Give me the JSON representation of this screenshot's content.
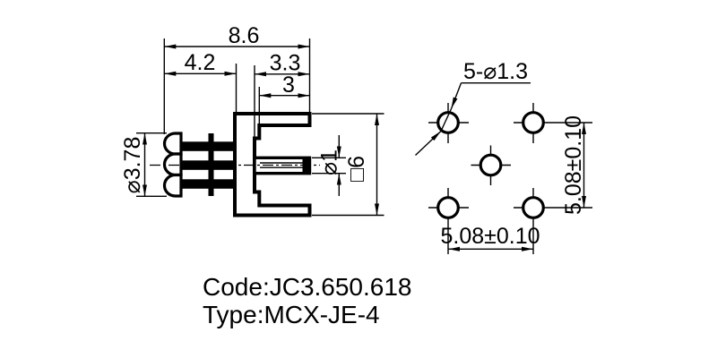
{
  "drawing": {
    "side_view": {
      "dim_overall_width": "8.6",
      "dim_left_section": "4.2",
      "dim_right_section": "3.3",
      "dim_inner_depth": "3",
      "dim_mating_diameter": "⌀3.78",
      "dim_pin_diameter": "⌀1",
      "dim_body_square": "□6"
    },
    "footprint_view": {
      "holes_label": "5-⌀1.3",
      "dim_horizontal_pitch": "5.08±0.10",
      "dim_vertical_pitch": "5.08±0.10"
    },
    "footer": {
      "code_line": "Code:JC3.650.618",
      "type_line": "Type:MCX-JE-4"
    },
    "colors": {
      "line": "#000000",
      "background": "#ffffff"
    }
  }
}
